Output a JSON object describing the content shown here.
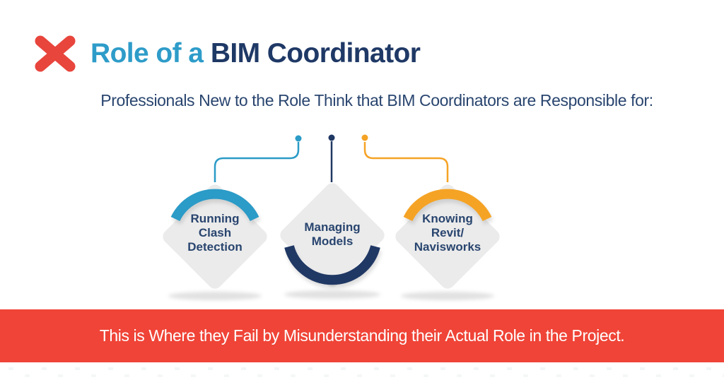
{
  "header": {
    "icon": "x-mark-icon",
    "title_prefix": "Role of a",
    "title_emphasis": "BIM Coordinator"
  },
  "subtitle": "Professionals New to the Role Think that BIM Coordinators are Responsible for:",
  "diagram": {
    "items": [
      {
        "label": "Running\nClash\nDetection",
        "color": "#2B9BC7",
        "arc_position": "top"
      },
      {
        "label": "Managing\nModels",
        "color": "#203864",
        "arc_position": "bottom"
      },
      {
        "label": "Knowing\nRevit/\nNavisworks",
        "color": "#F5A325",
        "arc_position": "top"
      }
    ]
  },
  "banner": {
    "text": "This is Where they Fail by Misunderstanding their Actual Role in the Project.",
    "background": "#EF4437",
    "text_color": "#FFFFFF"
  },
  "colors": {
    "x_mark_red": "#E8453C",
    "blue": "#2B9BC7",
    "navy": "#203864",
    "orange": "#F5A325",
    "title_blue": "#2E9CC9",
    "title_navy": "#1F3966",
    "text_navy": "#29456F",
    "diamond_gray": "#EBEBEB",
    "shadow_gray": "#BDBDBD"
  }
}
